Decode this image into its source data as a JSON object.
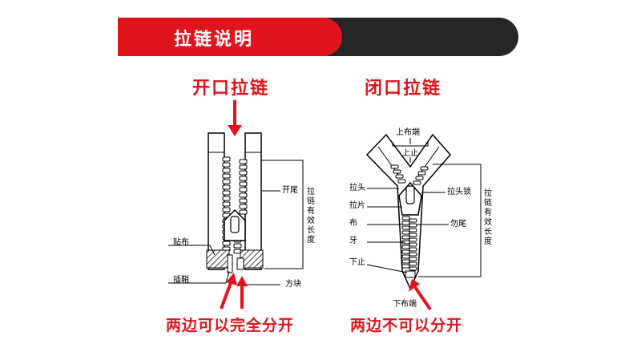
{
  "banner": {
    "title": "拉链说明"
  },
  "open_zipper": {
    "title": "开口拉链",
    "labels": {
      "kaiwei": "开尾",
      "tiebu": "贴布",
      "chaqiao": "插鞘",
      "fangkuai": "方块",
      "effective_length": "拉链有效长度"
    },
    "caption": "两边可以完全分开"
  },
  "closed_zipper": {
    "title": "闭口拉链",
    "labels": {
      "shangbuduan": "上布端",
      "shangzhi": "上止",
      "latou": "拉头",
      "latousuo": "拉头锁",
      "lapian": "拉片",
      "bu": "布",
      "wowei": "勿尾",
      "ya": "牙",
      "xiazhi": "下止",
      "xiabuduan": "下布端",
      "effective_length": "拉链有效长度"
    },
    "caption": "两边不可以分开"
  },
  "colors": {
    "accent": "#e0141c",
    "dark": "#262626"
  }
}
